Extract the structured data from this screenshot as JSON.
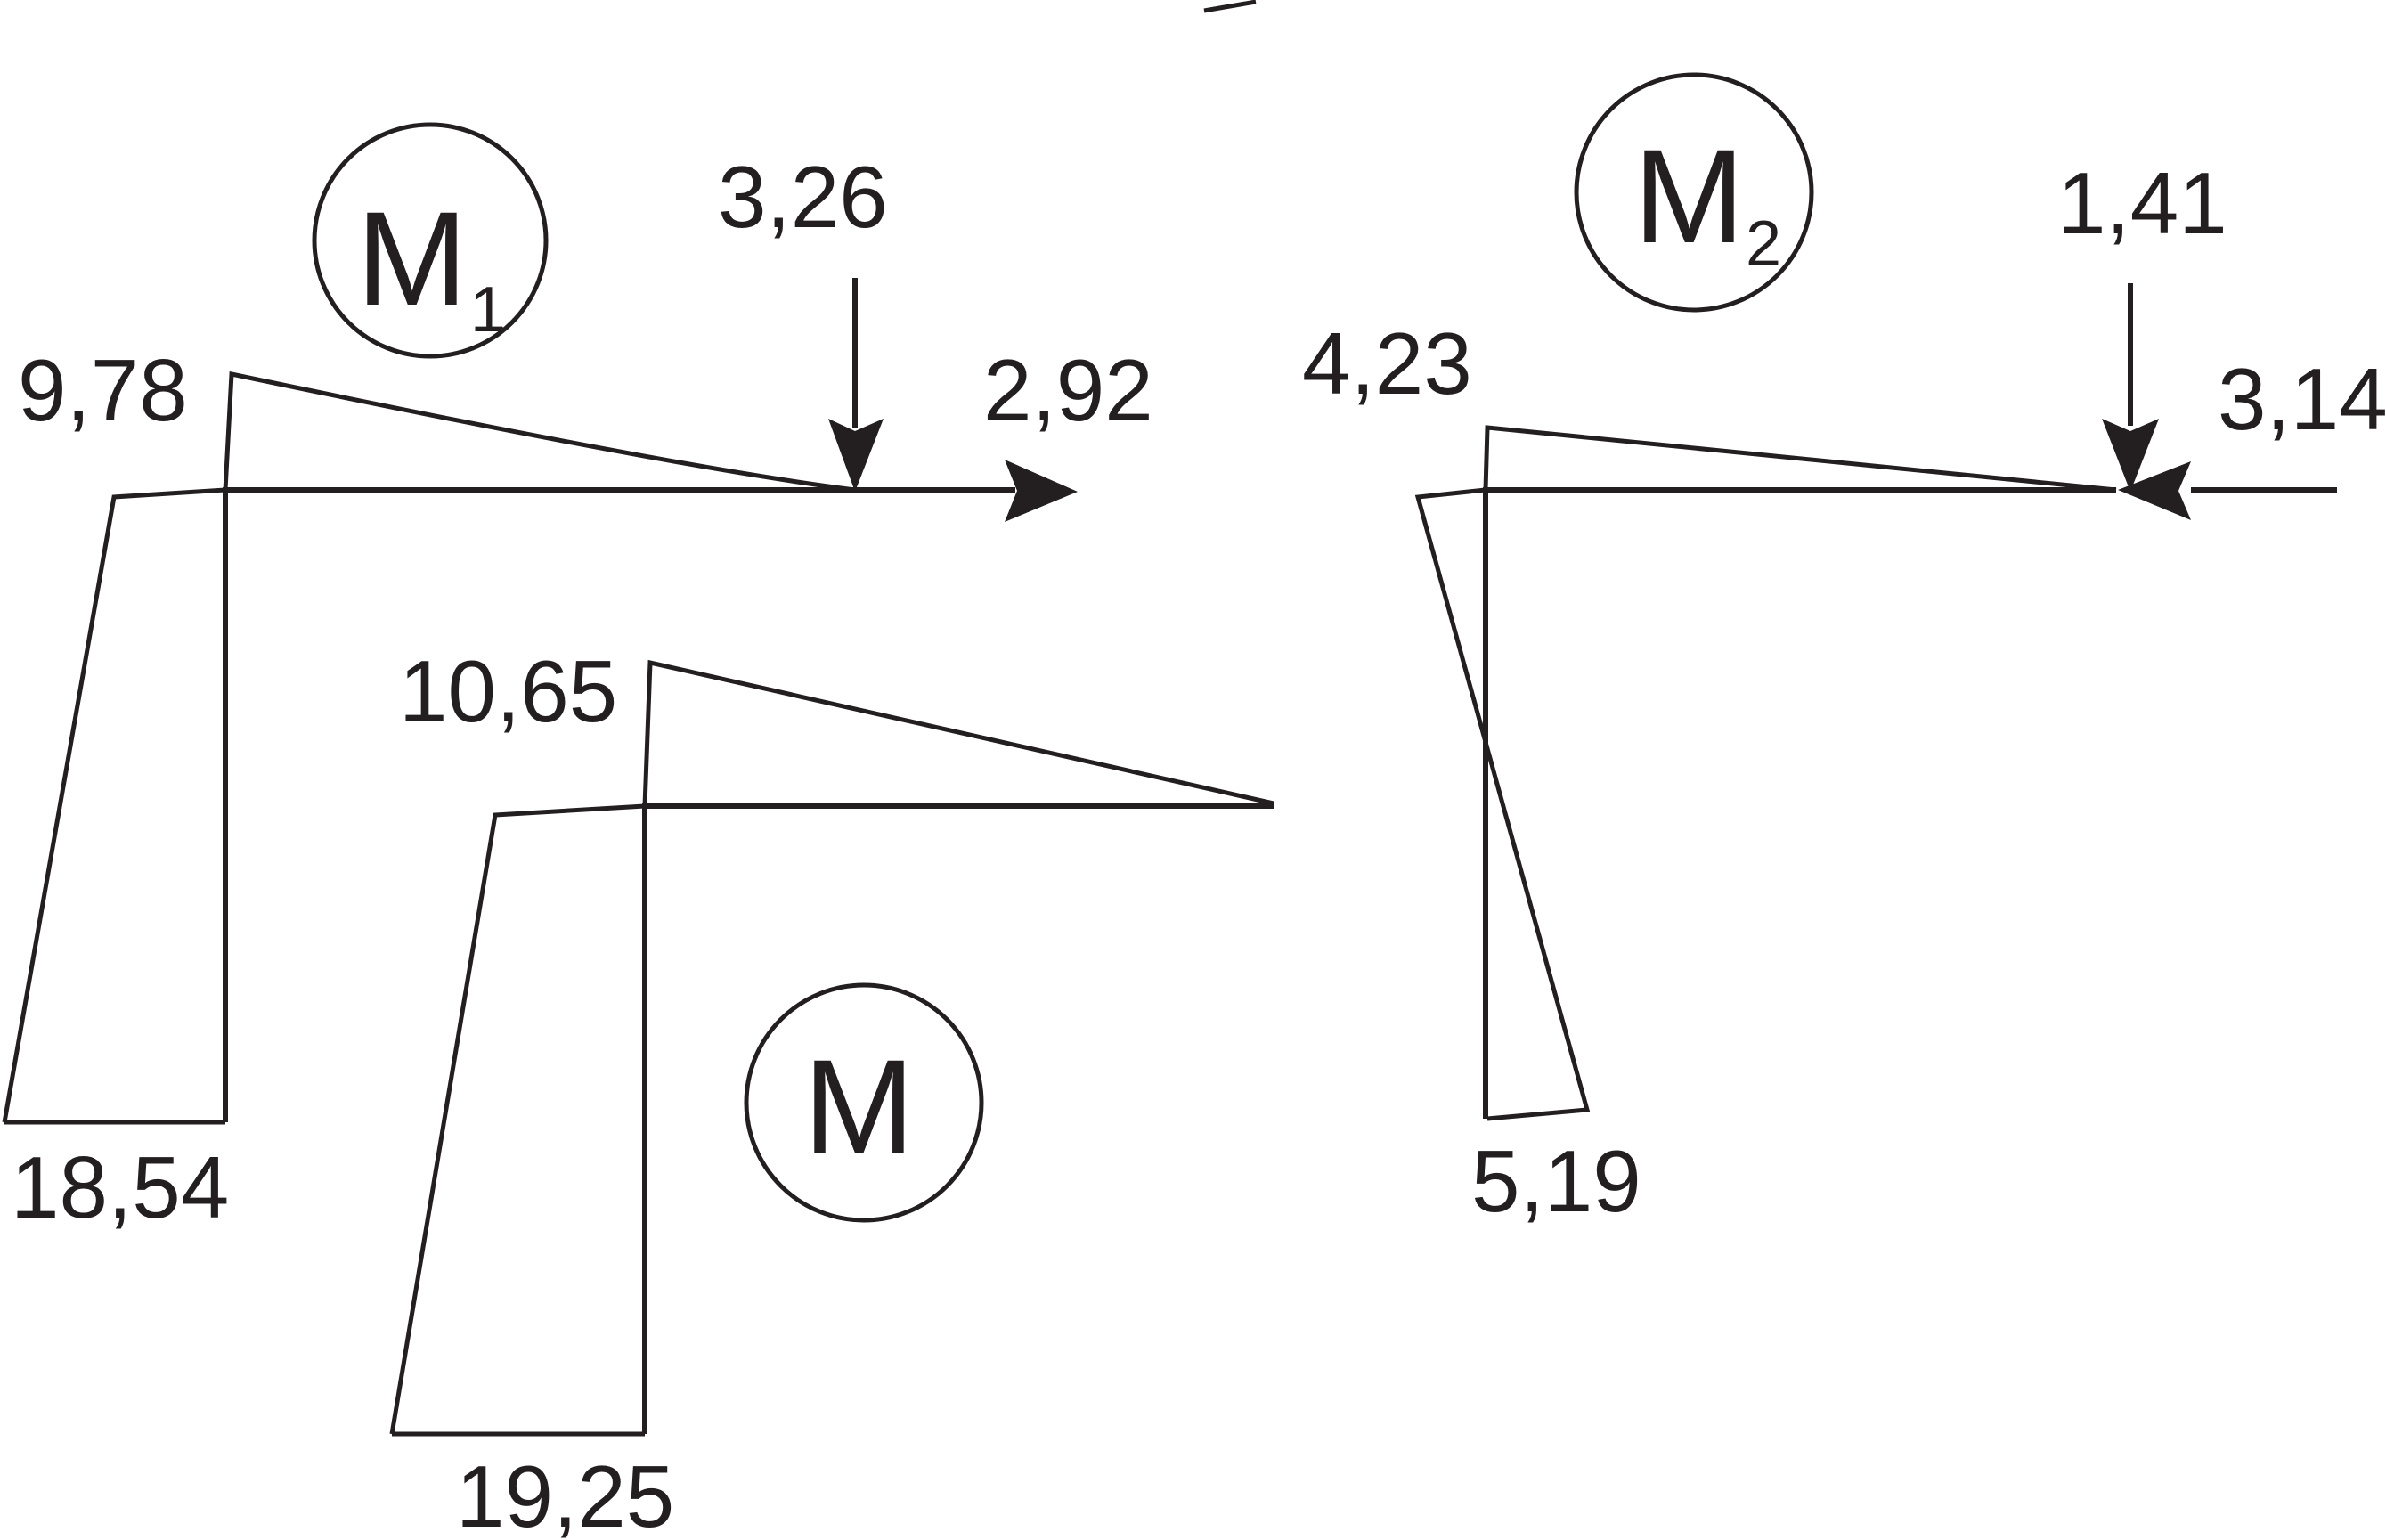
{
  "diagrams": {
    "m1": {
      "label": "M",
      "subscript": "1",
      "values": {
        "top_left": "9,78",
        "bottom_left": "18,54",
        "vertical_force": "3,26",
        "horizontal_force": "2,92"
      }
    },
    "m2": {
      "label": "M",
      "subscript": "2",
      "values": {
        "top_left": "4,23",
        "bottom": "5,19",
        "vertical_force": "1,41",
        "horizontal_force": "3,14"
      }
    },
    "m": {
      "label": "M",
      "values": {
        "top_left": "10,65",
        "bottom_left": "19,25"
      }
    }
  },
  "colors": {
    "ink": "#231f20",
    "background": "#ffffff"
  }
}
